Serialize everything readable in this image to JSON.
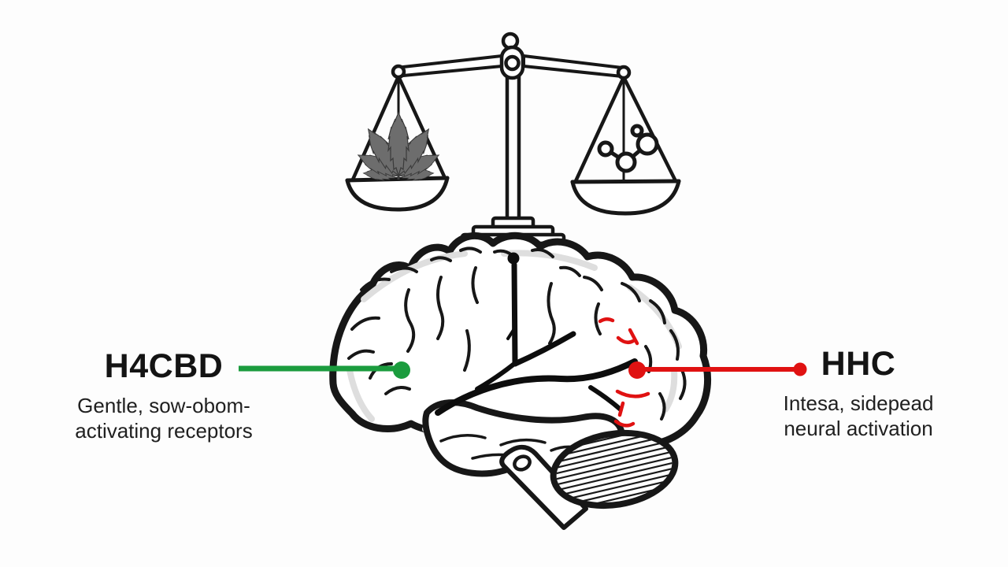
{
  "h4cbd": {
    "name": "H4CBD",
    "description": [
      "Gentle, sow-obom-",
      "activating receptors"
    ]
  },
  "hhc": {
    "name": "HHC",
    "description": [
      "Intesa, sidepead",
      "neural activation"
    ]
  },
  "colors": {
    "h4cbd_accent": "#1b9c3e",
    "hhc_accent": "#e01212",
    "ink": "#171717",
    "leaf_fill": "#6d6d6d",
    "background": "#fdfdfd",
    "shading": "#dedede"
  },
  "icons": {
    "scale": "balance-scale-icon",
    "left_pan_item": "cannabis-leaf-icon",
    "right_pan_item": "molecule-icon",
    "center_illustration": "brain-icon",
    "brain_parts": [
      "cerebellum",
      "brain-stem"
    ],
    "markers": [
      "h4cbd-marker-dot",
      "hhc-marker-dot",
      "hhc-endpoint-dot",
      "activation-sparks",
      "probe-dot"
    ]
  }
}
